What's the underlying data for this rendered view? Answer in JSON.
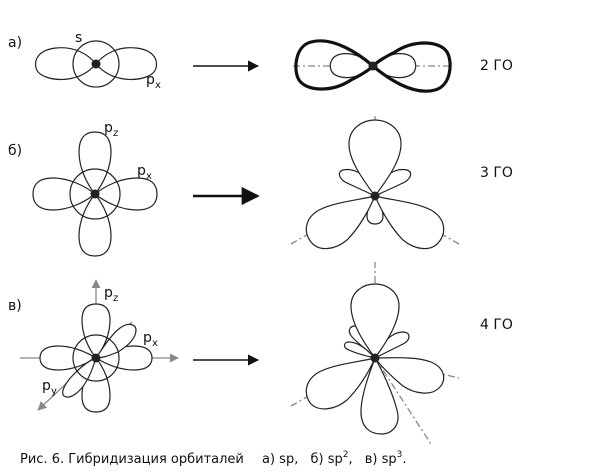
{
  "rows": [
    {
      "label": "а)",
      "orbitals": [
        "s",
        "p",
        "x"
      ],
      "result": "2 ГО"
    },
    {
      "label": "б)",
      "orbitals": [
        "p",
        "z",
        "p",
        "x"
      ],
      "result": "3 ГО"
    },
    {
      "label": "в)",
      "orbitals": [
        "p",
        "z",
        "p",
        "x",
        "p",
        "y"
      ],
      "result": "4 ГО"
    }
  ],
  "caption": {
    "prefix": "Рис. 6. Гибридизация орбиталей",
    "a": "а) sp,",
    "b_base": "б) sp",
    "b_sup": "2",
    "b_end": ",",
    "c_base": "в) sp",
    "c_sup": "3",
    "c_end": "."
  }
}
